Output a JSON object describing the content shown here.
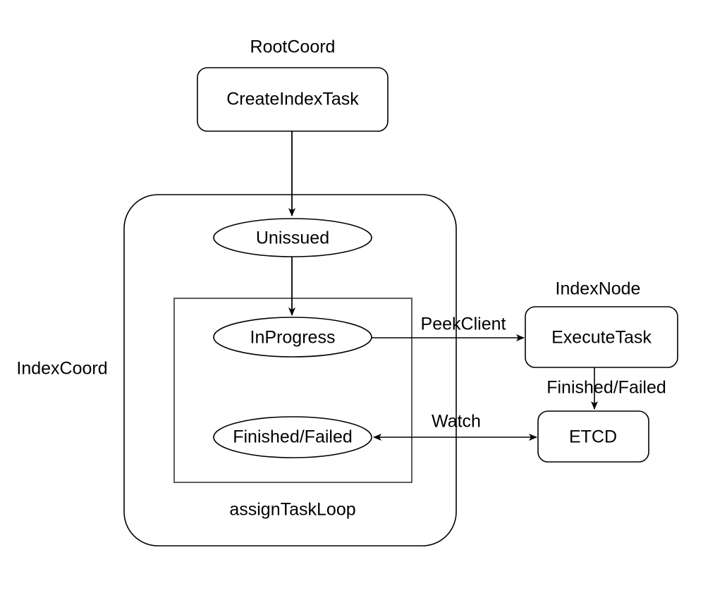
{
  "diagram": {
    "title_visible": false,
    "background": "#ffffff",
    "stroke": "#000000",
    "text_color": "#000000",
    "groups": [
      {
        "id": "rootcoord",
        "label": "RootCoord",
        "shape": "label-only"
      },
      {
        "id": "indexcoord",
        "label": "IndexCoord",
        "shape": "rounded-rect"
      },
      {
        "id": "assigntaskloop",
        "label": "assignTaskLoop",
        "shape": "rect"
      },
      {
        "id": "indexnode",
        "label": "IndexNode",
        "shape": "label-only"
      }
    ],
    "nodes": [
      {
        "id": "create-index-task",
        "label": "CreateIndexTask",
        "shape": "rounded-rect"
      },
      {
        "id": "unissued",
        "label": "Unissued",
        "shape": "ellipse"
      },
      {
        "id": "in-progress",
        "label": "InProgress",
        "shape": "ellipse"
      },
      {
        "id": "finished-failed-state",
        "label": "Finished/Failed",
        "shape": "ellipse"
      },
      {
        "id": "execute-task",
        "label": "ExecuteTask",
        "shape": "rounded-rect"
      },
      {
        "id": "etcd",
        "label": "ETCD",
        "shape": "rounded-rect"
      }
    ],
    "edges": [
      {
        "id": "edge-create-to-unissued",
        "label": "",
        "from": "create-index-task",
        "to": "unissued"
      },
      {
        "id": "edge-unissued-to-inprogress",
        "label": "",
        "from": "unissued",
        "to": "in-progress"
      },
      {
        "id": "edge-inprogress-to-executetask",
        "label": "PeekClient",
        "from": "in-progress",
        "to": "execute-task"
      },
      {
        "id": "edge-executetask-to-etcd",
        "label": "Finished/Failed",
        "from": "execute-task",
        "to": "etcd"
      },
      {
        "id": "edge-etcd-to-finishedfailed",
        "label": "Watch",
        "from": "etcd",
        "to": "finished-failed-state"
      }
    ]
  }
}
